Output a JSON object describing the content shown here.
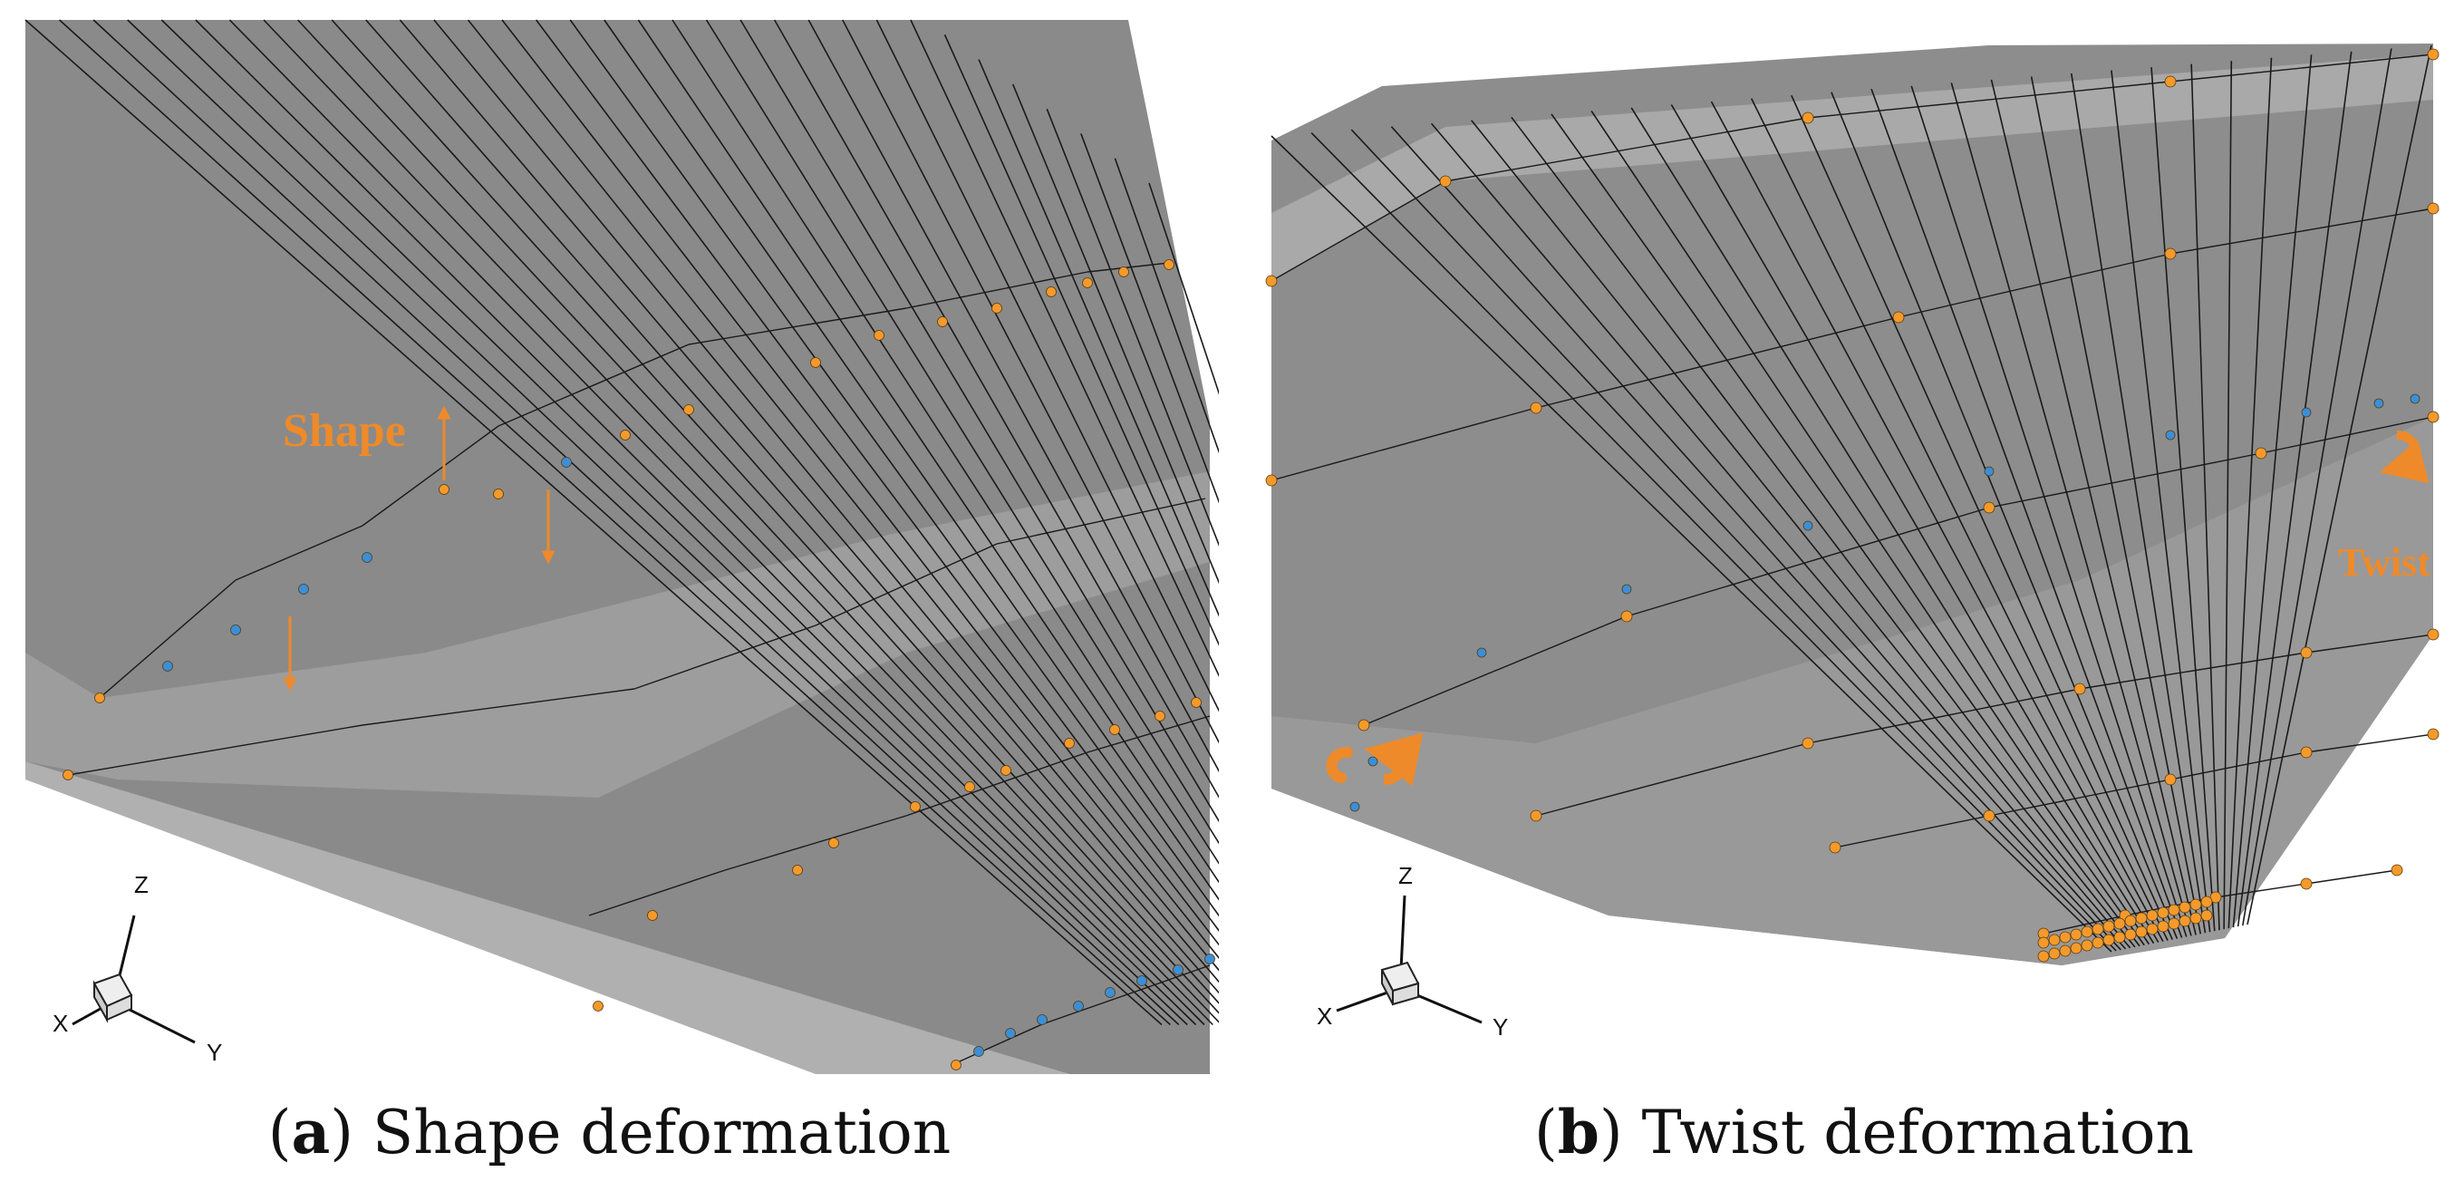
{
  "figure": {
    "panels": [
      {
        "id": "a",
        "tag": "a",
        "caption": "Shape deformation",
        "annotation": "Shape",
        "axes": {
          "z": "Z",
          "x": "X",
          "y": "Y"
        }
      },
      {
        "id": "b",
        "tag": "b",
        "caption": "Twist deformation",
        "annotation": "Twist",
        "axes": {
          "z": "Z",
          "x": "X",
          "y": "Y"
        }
      }
    ],
    "colors": {
      "surface": "#8a8a8a",
      "surface_light": "#a6a6a6",
      "mesh_line": "#1a1a1a",
      "control_point_orange": "#f39a2b",
      "control_point_blue": "#3a8fd8",
      "annotation": "#ee8a2a"
    }
  }
}
